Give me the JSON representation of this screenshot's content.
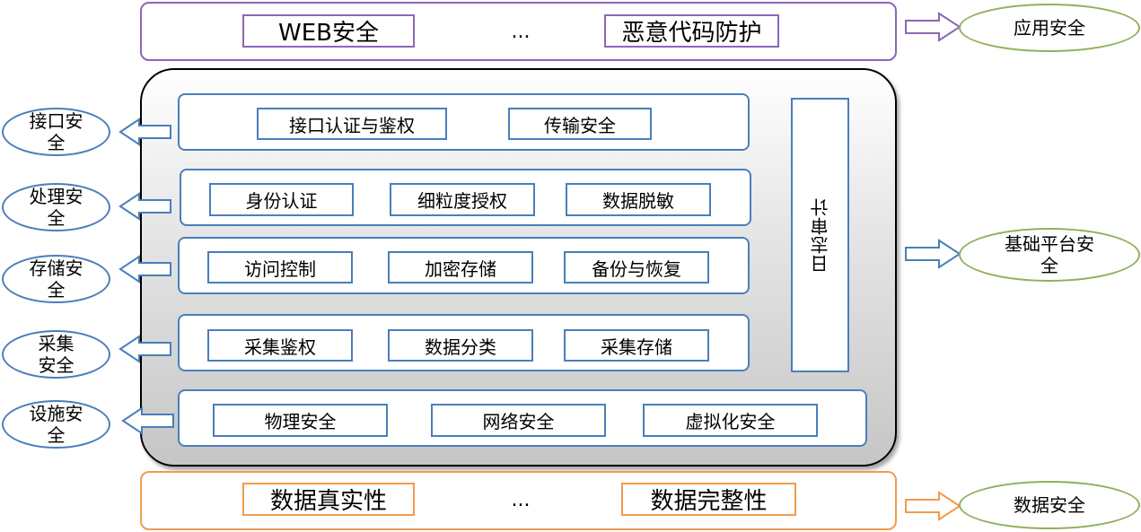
{
  "application_layer": {
    "tags": [
      "WEB安全",
      "恶意代码防护"
    ],
    "ellipsis": "...",
    "category": "应用安全"
  },
  "platform": {
    "layers": [
      {
        "items": [
          "接口认证与鉴权",
          "传输安全"
        ],
        "category": "接口安全"
      },
      {
        "items": [
          "身份认证",
          "细粒度授权",
          "数据脱敏"
        ],
        "category": "处理安全"
      },
      {
        "items": [
          "访问控制",
          "加密存储",
          "备份与恢复"
        ],
        "category": "存储安全"
      },
      {
        "items": [
          "采集鉴权",
          "数据分类",
          "采集存储"
        ],
        "category": "采集安全"
      },
      {
        "items": [
          "物理安全",
          "网络安全",
          "虚拟化安全"
        ],
        "category": "设施安全"
      }
    ],
    "log_audit": "日志审计",
    "category": "基础平台安全"
  },
  "data_layer": {
    "tags": [
      "数据真实性",
      "数据完整性"
    ],
    "ellipsis": "...",
    "category": "数据安全"
  },
  "colors": {
    "purple": "#8b67b5",
    "orange": "#f39a4d",
    "blue": "#4a7ebb",
    "green": "#8fb05a"
  }
}
